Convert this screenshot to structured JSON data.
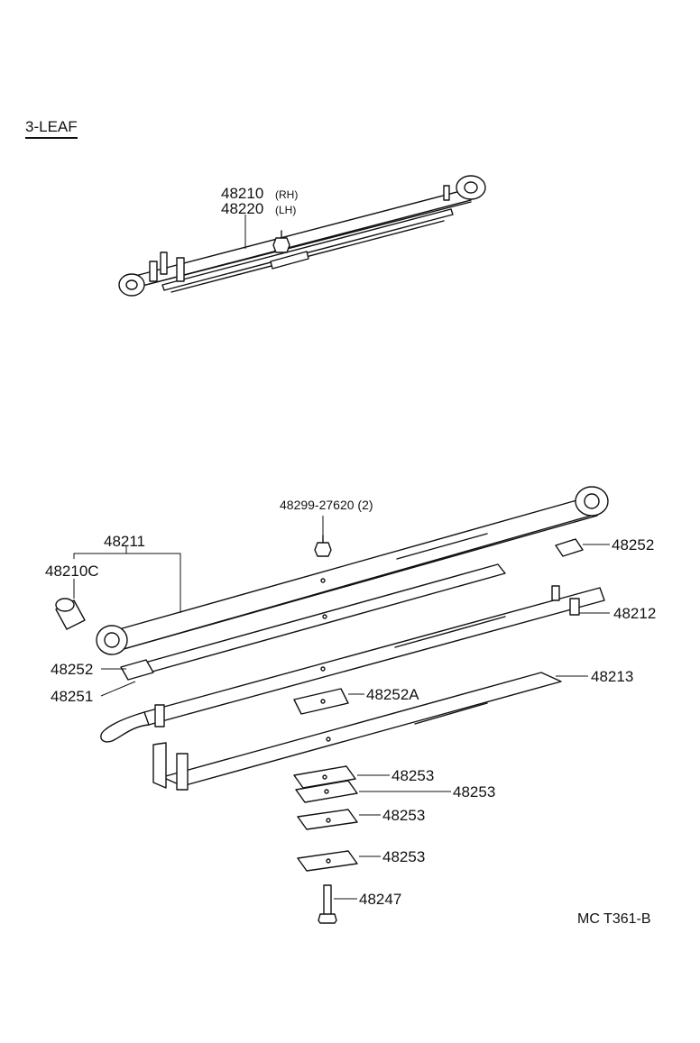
{
  "section_title": "3-LEAF",
  "figure_code": "MC  T361-B",
  "parts": {
    "p48210": "48210",
    "p48210_side": "(RH)",
    "p48220": "48220",
    "p48220_side": "(LH)",
    "p48299": "48299-27620 (2)",
    "p48211": "48211",
    "p48210c": "48210C",
    "p48252_top": "48252",
    "p48212": "48212",
    "p48252_left": "48252",
    "p48251": "48251",
    "p48252a": "48252A",
    "p48213": "48213",
    "p48253_1": "48253",
    "p48253_2": "48253",
    "p48253_3": "48253",
    "p48253_4": "48253",
    "p48247": "48247"
  }
}
